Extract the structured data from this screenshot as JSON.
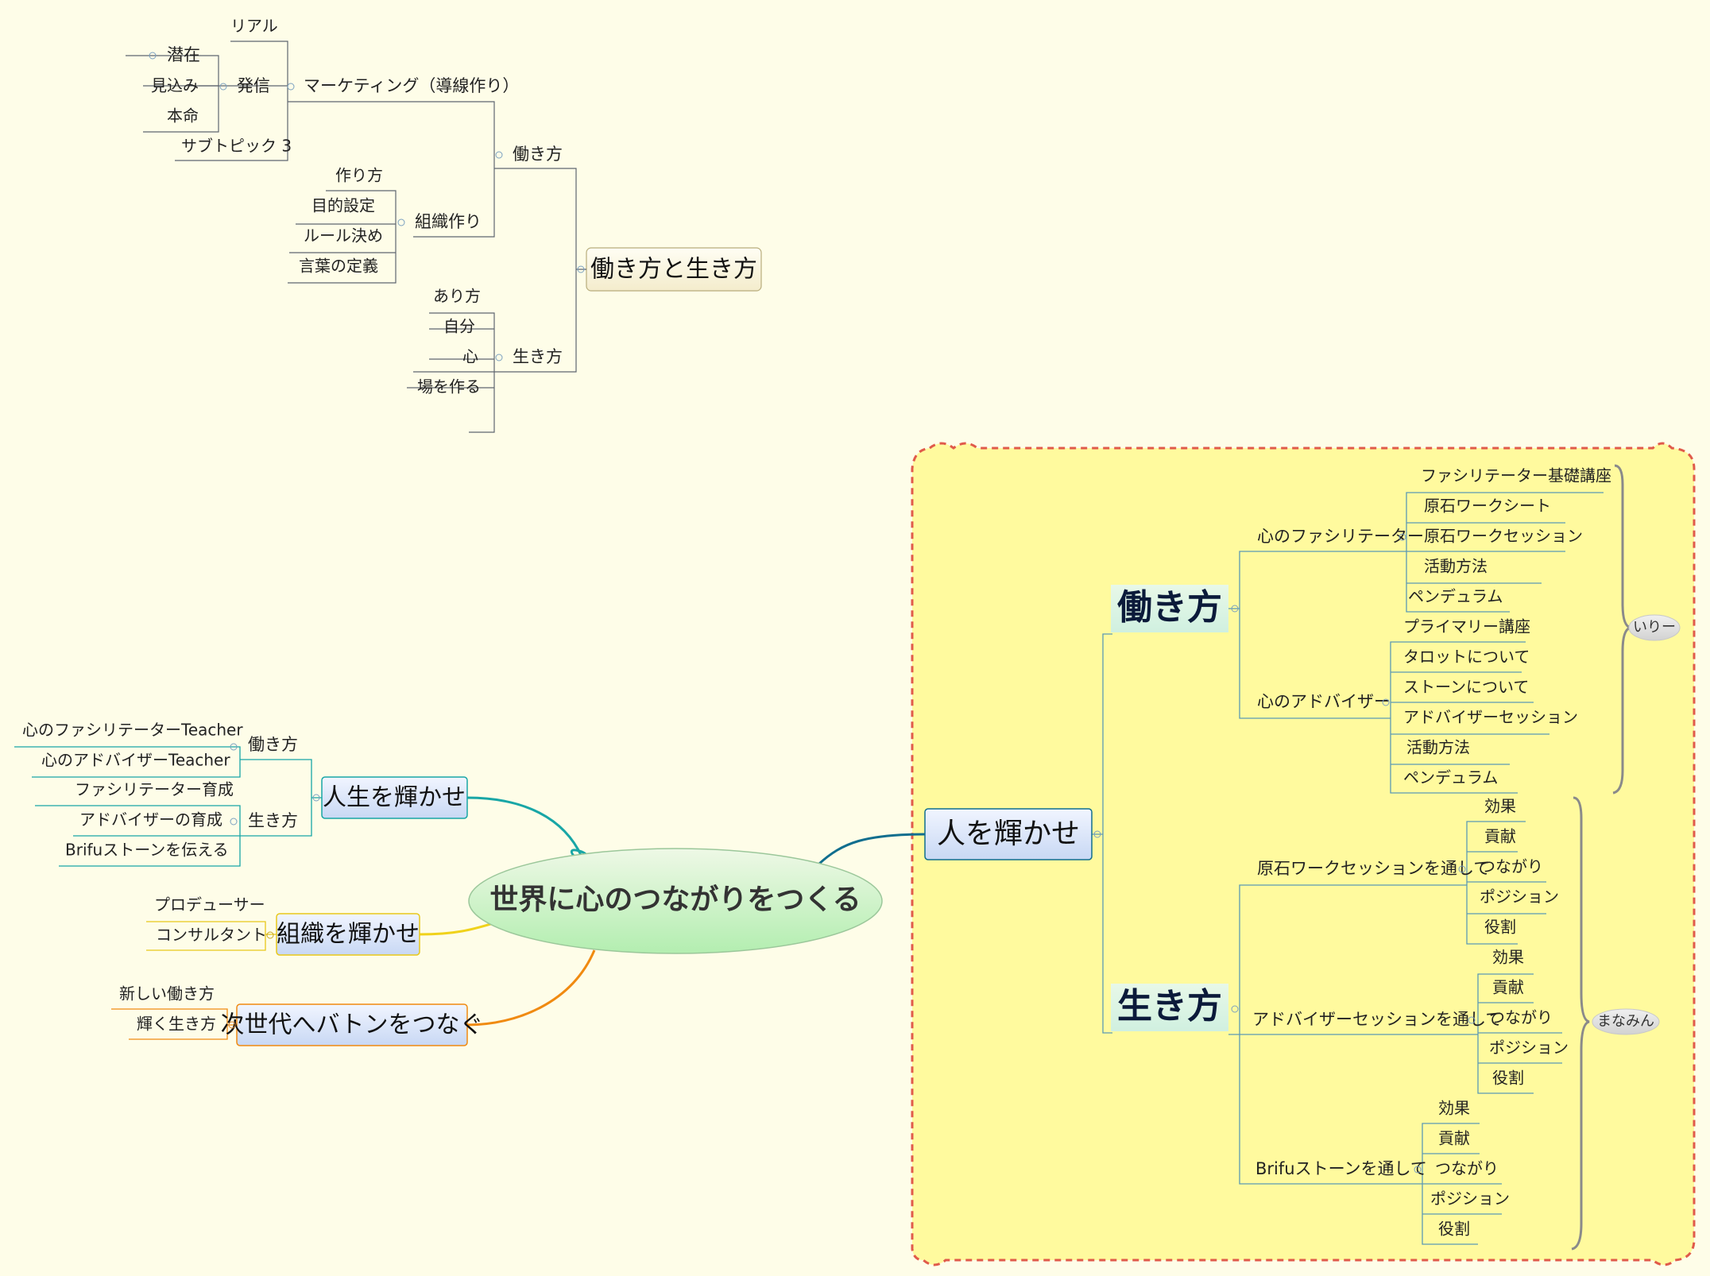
{
  "colors": {
    "background": "#fefde8",
    "boundary_fill": "#fffa9e",
    "boundary_stroke": "#e05a4a",
    "root_fill_top": "#eef8e6",
    "root_fill_bottom": "#b3eeb0",
    "topic_fill_top": "#f1f5ff",
    "topic_fill_bottom": "#c8d8f4",
    "topic_stroke": "#7d9dc4",
    "branch_teal": "#18a6a6",
    "branch_yellow": "#f0d21a",
    "branch_orange": "#f08a10",
    "branch_darkteal": "#106e8e",
    "connector": "#6aa0b8"
  },
  "root": {
    "label": "世界に心のつながりをつくる"
  },
  "top_area": {
    "main": "働き方と生き方",
    "hataraki": "働き方",
    "marketing": "マーケティング（導線作り）",
    "riaru": "リアル",
    "hasshin": "発信",
    "senzai": "潜在",
    "mikomi": "見込み",
    "honmei": "本命",
    "subtopic3": "サブトピック 3",
    "soshiki": "組織作り",
    "tsukurikata": "作り方",
    "mokuteki": "目的設定",
    "rule": "ルール決め",
    "kotoba": "言葉の定義",
    "ikikata": "生き方",
    "arikata": "あり方",
    "jibun": "自分",
    "kokoro": "心",
    "ba": "場を作る"
  },
  "left_area": {
    "jinsei": "人生を輝かせ",
    "j_hataraki": "働き方",
    "teacher_f": "心のファシリテーターTeacher",
    "teacher_a": "心のアドバイザーTeacher",
    "j_ikikata": "生き方",
    "ikusei_f": "ファシリテーター育成",
    "ikusei_a": "アドバイザーの育成",
    "brifu": "Brifuストーンを伝える",
    "soshiki": "組織を輝かせ",
    "producer": "プロデューサー",
    "consultant": "コンサルタント",
    "jisedai": "次世代へバトンをつなぐ",
    "atarashii": "新しい働き方",
    "kagayaku": "輝く生き方"
  },
  "right_area": {
    "hito": "人を輝かせ",
    "hataraki": "働き方",
    "facilitator": "心のファシリテーター",
    "f_items": [
      "ファシリテーター基礎講座",
      "原石ワークシート",
      "原石ワークセッション",
      "活動方法",
      "ペンデュラム"
    ],
    "advisor": "心のアドバイザー",
    "a_items": [
      "プライマリー講座",
      "タロットについて",
      "ストーンについて",
      "アドバイザーセッション",
      "活動方法",
      "ペンデュラム"
    ],
    "ikikata": "生き方",
    "via_genseki": "原石ワークセッションを通して",
    "via_advisor": "アドバイザーセッションを通して",
    "via_brifu": "Brifuストーンを通して",
    "values": [
      "効果",
      "貢献",
      "つながり",
      "ポジション",
      "役割"
    ],
    "note_iri": "いりー",
    "note_manamin": "まなみん"
  }
}
